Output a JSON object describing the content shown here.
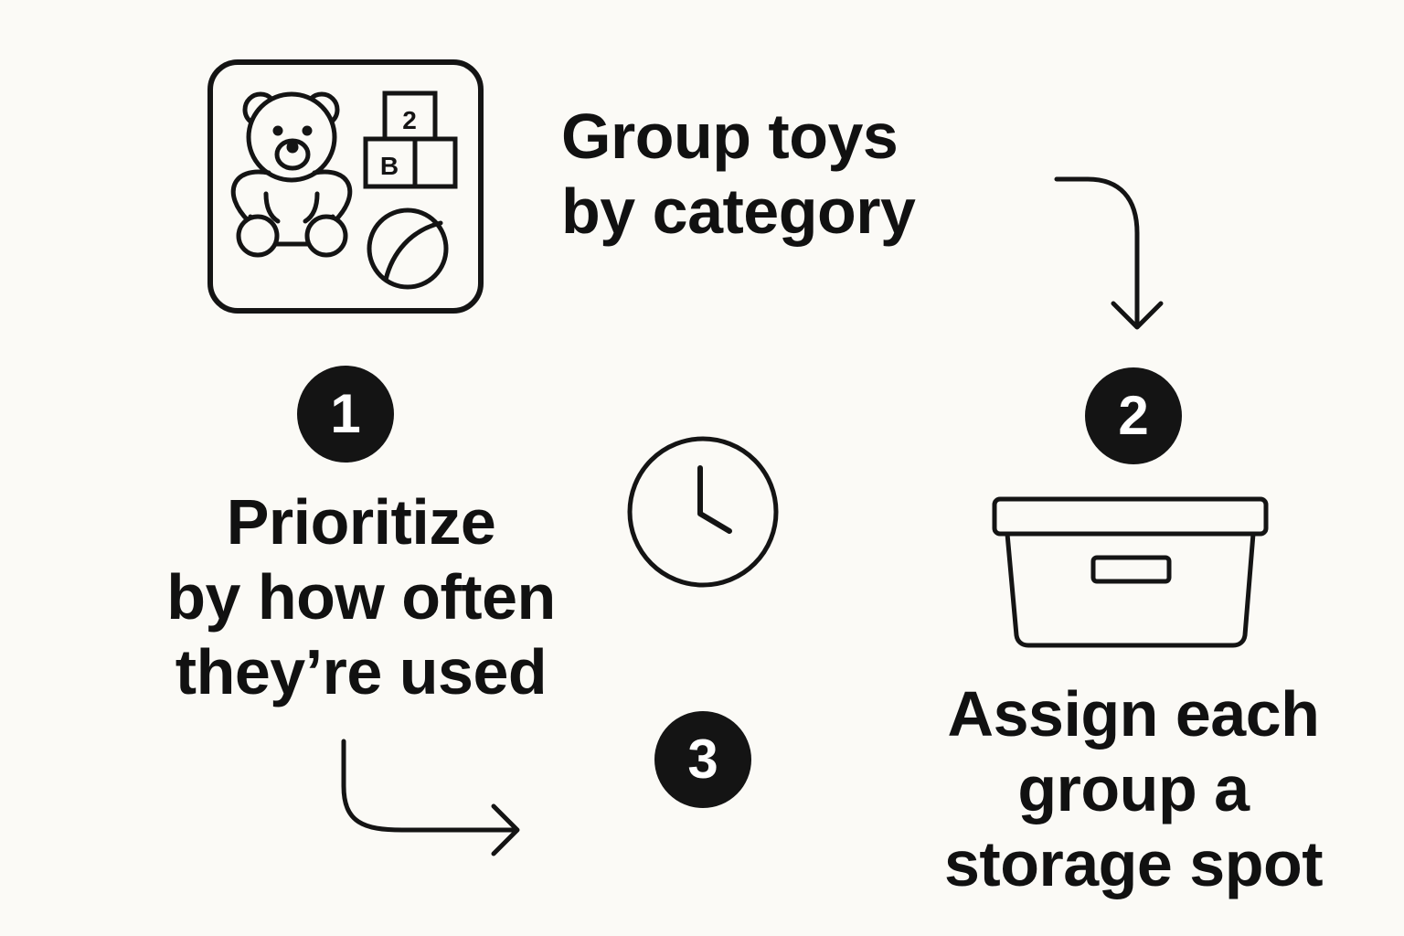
{
  "steps": [
    {
      "number": "1",
      "lines": [
        "Group toys",
        "by category"
      ],
      "icon": "toys-icon"
    },
    {
      "number": "2",
      "lines": [
        "Assign each",
        "group a",
        "storage spot"
      ],
      "icon": "storage-box-icon"
    },
    {
      "number": "3",
      "lines": [
        "Prioritize",
        "by how often",
        "they’re used"
      ],
      "icon": "clock-icon"
    }
  ],
  "toy_labels": {
    "block_top": "2",
    "block_bottom": "B"
  },
  "colors": {
    "background": "#fbfaf6",
    "ink": "#141414",
    "badge_text": "#ffffff"
  }
}
